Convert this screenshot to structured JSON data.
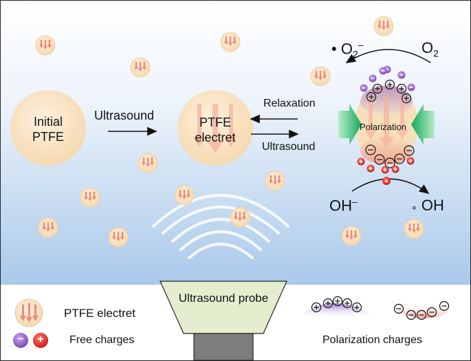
{
  "initial": {
    "line1": "Initial",
    "line2": "PTFE"
  },
  "step1_label": "Ultrasound",
  "electret": {
    "line1": "PTFE",
    "line2": "electret"
  },
  "relaxation_label": "Relaxation",
  "ultrasound_label": "Ultrasound",
  "polarization_label": "Polarization",
  "o2": {
    "product": "• O",
    "product_sub": "2",
    "product_sup": "–",
    "reactant": "O",
    "reactant_sub": "2"
  },
  "oh": {
    "reactant": "OH",
    "reactant_sup": "–",
    "product_dot": "∘",
    "product": "OH"
  },
  "probe_label": "Ultrasound probe",
  "legend": {
    "electret": "PTFE electret",
    "free_charges": "Free charges",
    "polarization_charges": "Polarization charges",
    "minus": "−",
    "plus": "+"
  },
  "colors": {
    "bg_top": "#ffffff",
    "bg_bottom": "#a9c9ea",
    "particle_fill": "#fbe6c8",
    "particle_arrow": "#f08a78",
    "minus_charge": "#8e5bc4",
    "plus_charge": "#e02020",
    "green_arrow": "#22b36a",
    "probe": "#e4eecf"
  }
}
